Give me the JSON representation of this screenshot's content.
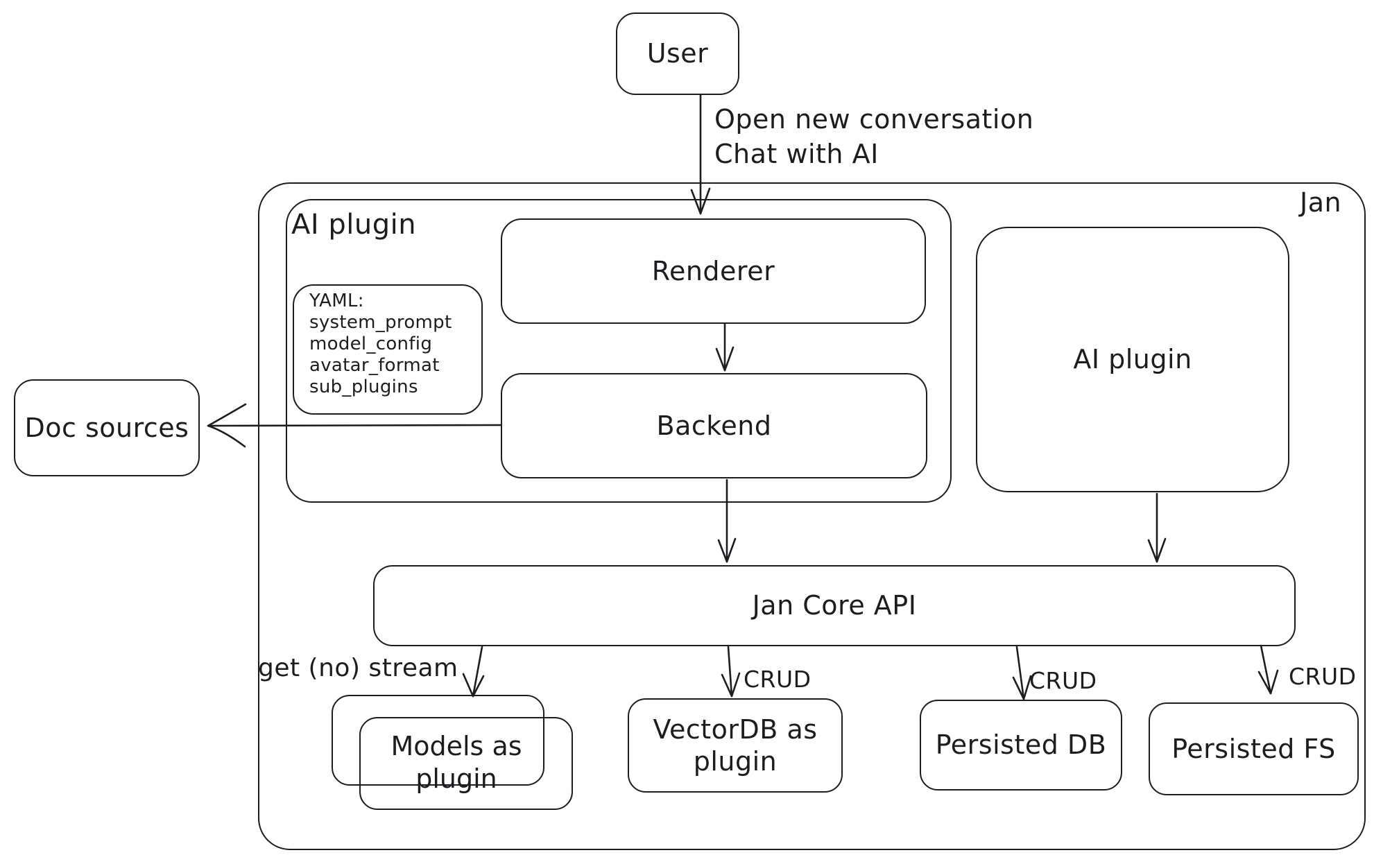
{
  "colors": {
    "stroke": "#1c1c21",
    "background": "#ffffff"
  },
  "nodes": {
    "user": {
      "label": "User"
    },
    "jan_container": {
      "label": "Jan"
    },
    "ai_plugin_group": {
      "label": "AI plugin"
    },
    "renderer": {
      "label": "Renderer"
    },
    "backend": {
      "label": "Backend"
    },
    "doc_sources": {
      "label": "Doc sources"
    },
    "ai_plugin_right": {
      "label": "AI plugin"
    },
    "jan_core_api": {
      "label": "Jan Core API"
    },
    "models_plugin": {
      "label": "Models as plugin"
    },
    "vectordb_plugin": {
      "label": "VectorDB as plugin"
    },
    "persisted_db": {
      "label": "Persisted DB"
    },
    "persisted_fs": {
      "label": "Persisted FS"
    }
  },
  "yaml_note": {
    "lines": [
      "YAML:",
      "system_prompt",
      "model_config",
      "avatar_format",
      "sub_plugins"
    ]
  },
  "edge_labels": {
    "user_flow_line1": "Open new conversation",
    "user_flow_line2": "Chat with AI",
    "stream": "get (no) stream",
    "crud_vectordb": "CRUD",
    "crud_db": "CRUD",
    "crud_fs": "CRUD"
  }
}
